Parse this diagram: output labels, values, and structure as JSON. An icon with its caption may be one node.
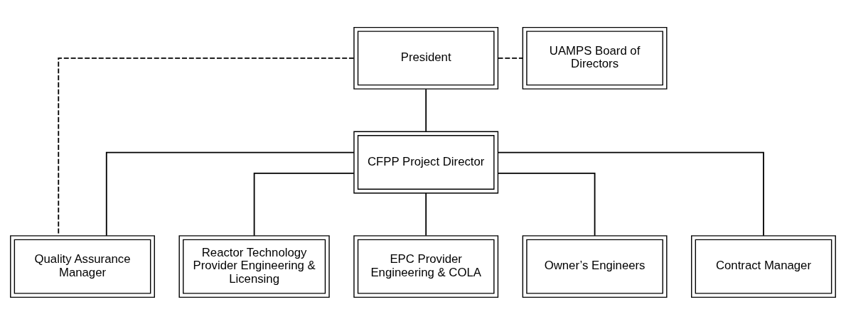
{
  "diagram": {
    "nodes": [
      {
        "text": [
          "President"
        ]
      },
      {
        "text": [
          "UAMPS Board of Directors"
        ]
      },
      {
        "text": [
          "CFPP Project Director"
        ]
      },
      {
        "text": [
          "Quality Assurance Manager"
        ]
      },
      {
        "text": [
          "Reactor Technology Provider Engineering & Licensing"
        ]
      },
      {
        "text": [
          "EPC Provider Engineering & COLA"
        ]
      },
      {
        "text": [
          "Owner’s Engineers"
        ]
      },
      {
        "text": [
          "Contract Manager"
        ]
      }
    ],
    "edges": [
      {
        "from": 0,
        "to": 1,
        "arrow": "none",
        "style": "dashed"
      },
      {
        "from": 0,
        "to": 2,
        "arrow": "none"
      },
      {
        "from": 2,
        "to": 3,
        "arrow": "none"
      },
      {
        "from": 2,
        "to": 4,
        "arrow": "none"
      },
      {
        "from": 2,
        "to": 5,
        "arrow": "none"
      },
      {
        "from": 2,
        "to": 6,
        "arrow": "none"
      },
      {
        "from": 2,
        "to": 7,
        "arrow": "none"
      },
      {
        "from": 0,
        "to": 3,
        "arrow": "none",
        "style": "dashed"
      }
    ]
  }
}
